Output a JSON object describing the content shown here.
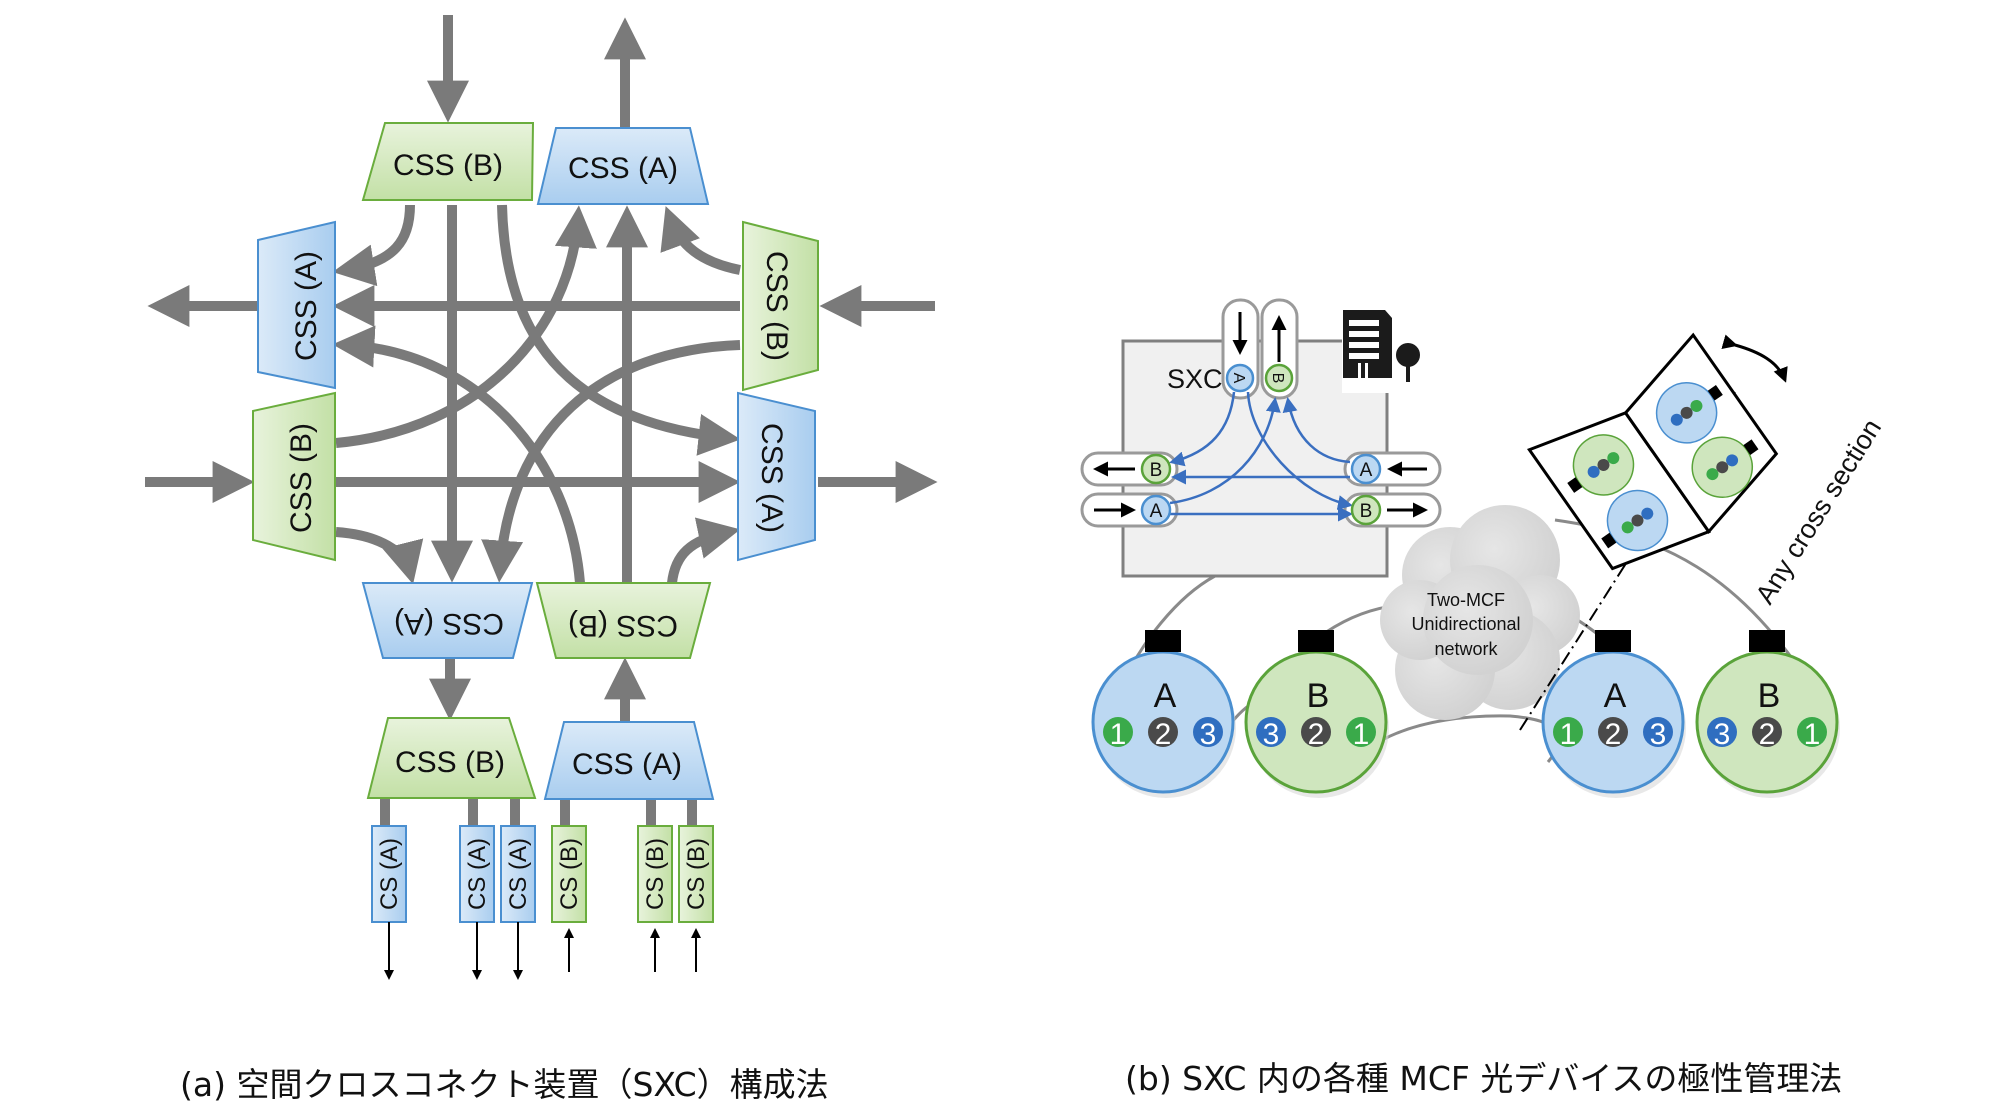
{
  "panel_a": {
    "caption": "(a) 空間クロスコネクト装置（SXC）構成法",
    "css_top_left": "CSS (B)",
    "css_top_right": "CSS (A)",
    "css_left_upper": "CSS (A)",
    "css_left_lower": "CSS (B)",
    "css_right_upper": "CSS (B)",
    "css_right_lower": "CSS (A)",
    "css_inner_bottom_left": "CSS (A)",
    "css_inner_bottom_right": "CSS (B)",
    "css_bottom_left": "CSS (B)",
    "css_bottom_right": "CSS (A)",
    "cs_blocks": [
      "CS (A)",
      "CS (A)",
      "CS (A)",
      "CS (B)",
      "CS (B)",
      "CS (B)"
    ]
  },
  "panel_b": {
    "caption": "(b) SXC 内の各種 MCF 光デバイスの極性管理法",
    "sxc_label": "SXC",
    "cloud_lines": [
      "Two-MCF",
      "Unidirectional",
      "network"
    ],
    "cross_section_label": "Any cross section",
    "port_labels": {
      "top_in": "A",
      "top_out": "B",
      "left_out": "B",
      "left_in": "A",
      "right_in": "A",
      "right_out": "B"
    },
    "fibers": [
      {
        "label": "A",
        "cores": [
          "1",
          "2",
          "3"
        ]
      },
      {
        "label": "B",
        "cores": [
          "3",
          "2",
          "1"
        ]
      },
      {
        "label": "A",
        "cores": [
          "1",
          "2",
          "3"
        ]
      },
      {
        "label": "B",
        "cores": [
          "3",
          "2",
          "1"
        ]
      }
    ],
    "colors": {
      "fiber_a": "#bcd8f2",
      "fiber_b": "#cfe6be",
      "core_1": "#3aaa4a",
      "core_2": "#4a4a4a",
      "core_3": "#2f6ec0"
    }
  }
}
